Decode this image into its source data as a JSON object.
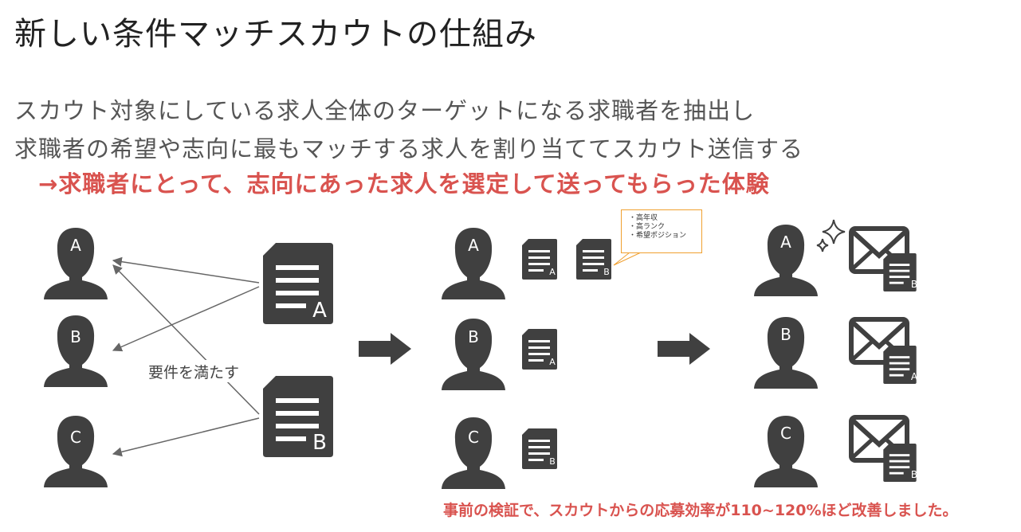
{
  "title": "新しい条件マッチスカウトの仕組み",
  "description": {
    "line1": "スカウト対象にしている求人全体のターゲットになる求職者を抽出し",
    "line2": "求職者の希望や志向に最もマッチする求人を割り当ててスカウト送信する"
  },
  "highlight": "→求職者にとって、志向にあった求人を選定して送ってもらった体験",
  "stage1": {
    "candidates": [
      "A",
      "B",
      "C"
    ],
    "jobs": [
      "A",
      "B"
    ],
    "requirement_label": "要件を満たす"
  },
  "stage2": {
    "callout": [
      "・高年収",
      "・高ランク",
      "・希望ポジション"
    ],
    "assignments": [
      {
        "candidate": "A",
        "jobs": [
          "A",
          "B"
        ]
      },
      {
        "candidate": "B",
        "jobs": [
          "A"
        ]
      },
      {
        "candidate": "C",
        "jobs": [
          "B"
        ]
      }
    ]
  },
  "stage3": {
    "sent": [
      {
        "candidate": "A",
        "job": "B"
      },
      {
        "candidate": "B",
        "job": "A"
      },
      {
        "candidate": "C",
        "job": "B"
      }
    ]
  },
  "footnote": "事前の検証で、スカウトからの応募効率が110~120%ほど改善しました。",
  "colors": {
    "icon": "#404040",
    "accent": "#d9534f",
    "callout_border": "#f0a030",
    "text": "#555555"
  }
}
